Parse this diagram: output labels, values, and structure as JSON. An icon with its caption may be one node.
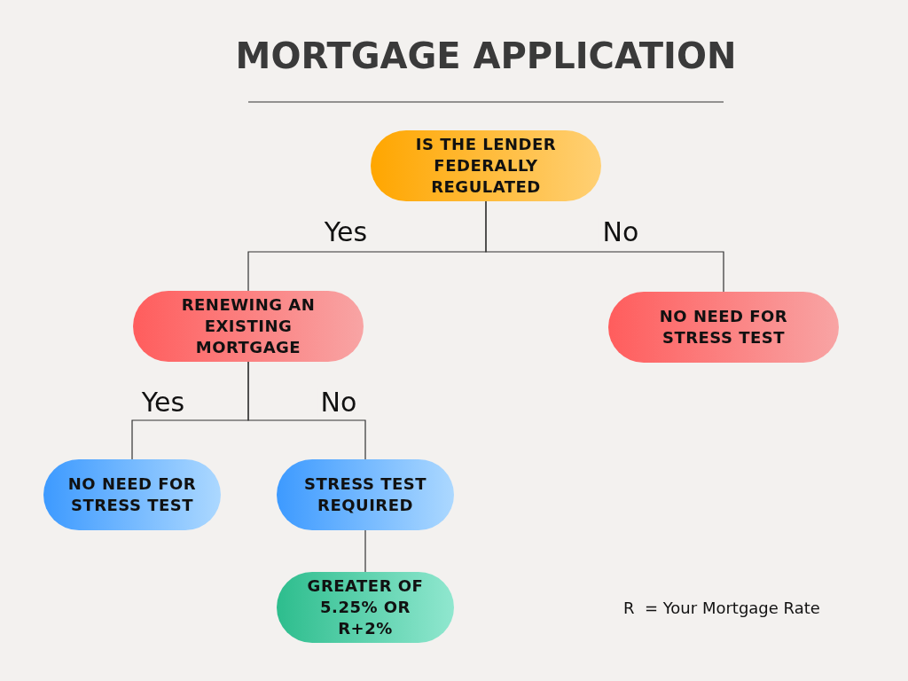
{
  "diagram": {
    "title": "MORTGAGE APPLICATION",
    "nodes": [
      {
        "text": [
          "IS THE LENDER FEDERALLY REGULATED"
        ]
      },
      {
        "text": [
          "RENEWING AN EXISTING MORTGAGE"
        ]
      },
      {
        "text": [
          "NO NEED FOR STRESS TEST"
        ]
      },
      {
        "text": [
          "NO NEED FOR STRESS TEST"
        ]
      },
      {
        "text": [
          "STRESS TEST REQUIRED"
        ]
      },
      {
        "text": [
          "GREATER OF 5.25% OR R+2%"
        ]
      }
    ],
    "edges": [
      {
        "from": 0,
        "to": 1,
        "arrow": "none",
        "label": "Yes"
      },
      {
        "from": 0,
        "to": 2,
        "arrow": "none",
        "label": "No"
      },
      {
        "from": 1,
        "to": 3,
        "arrow": "none",
        "label": "Yes"
      },
      {
        "from": 1,
        "to": 4,
        "arrow": "none",
        "label": "No"
      },
      {
        "from": 4,
        "to": 5,
        "arrow": "none"
      }
    ],
    "labels": [
      "R  = Your Mortgage Rate"
    ]
  }
}
